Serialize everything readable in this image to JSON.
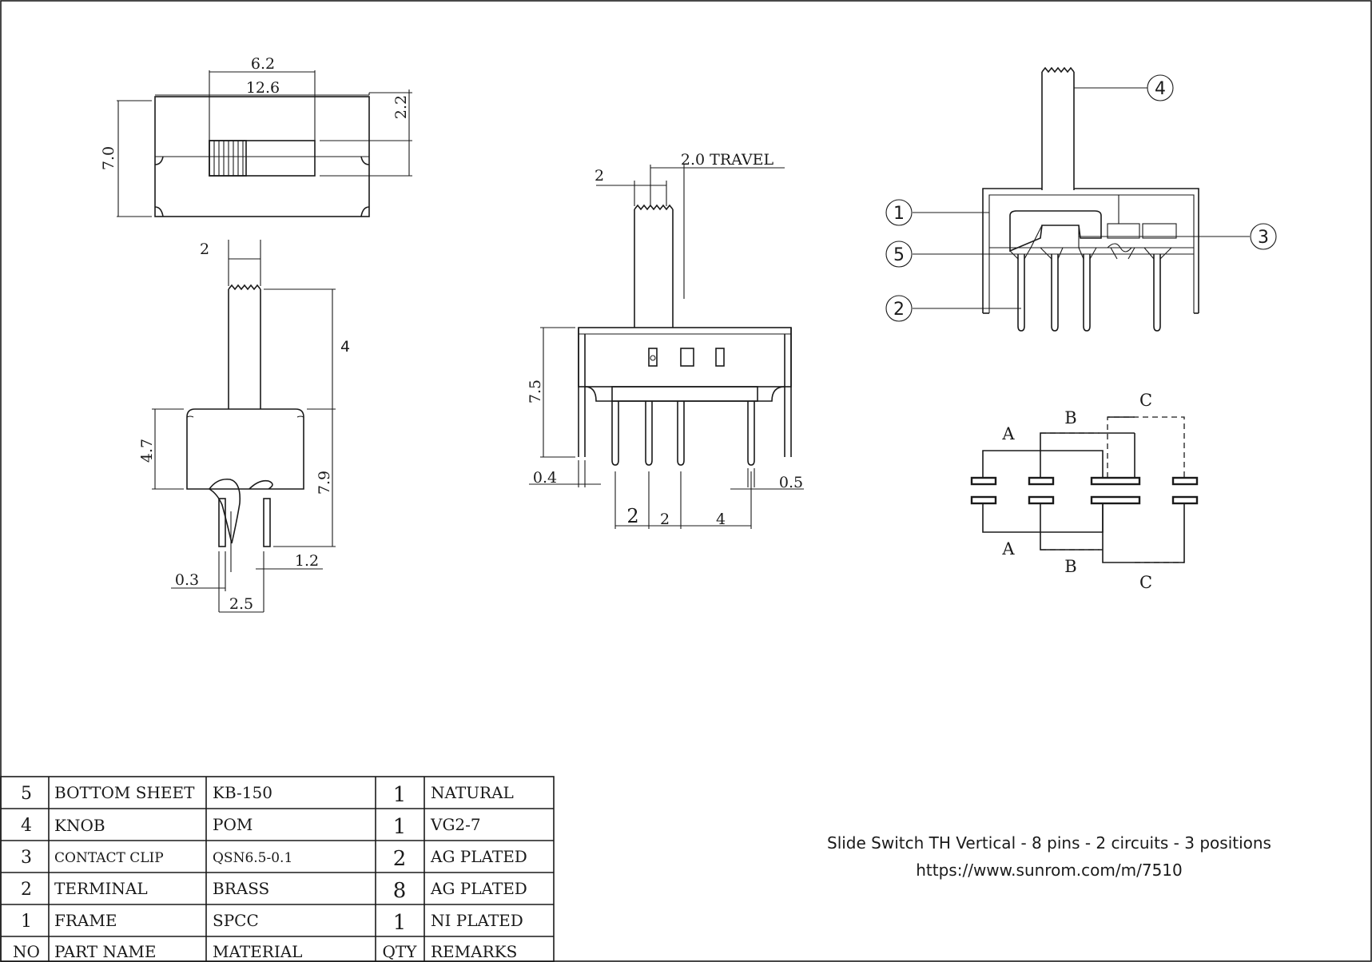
{
  "title": {
    "line1": "Slide Switch TH Vertical - 8 pins - 2 circuits - 3 positions",
    "line2": "https://www.sunrom.com/m/7510"
  },
  "top_view": {
    "dim_6_2": "6.2",
    "dim_12_6": "12.6",
    "dim_2_2": "2.2",
    "dim_7_0": "7.0"
  },
  "side_view": {
    "dim_2": "2",
    "dim_4": "4",
    "dim_4_7": "4.7",
    "dim_7_9": "7.9",
    "dim_1_2": "1.2",
    "dim_0_3": "0.3",
    "dim_2_5": "2.5"
  },
  "front_view": {
    "dim_2": "2",
    "dim_travel": "2.0 TRAVEL",
    "dim_7_5": "7.5",
    "dim_0_4": "0.4",
    "dim_0_5": "0.5",
    "pitch_a": "2",
    "pitch_b": "2",
    "pitch_c": "4"
  },
  "section_view": {
    "callouts": [
      "①",
      "②",
      "③",
      "④",
      "⑤"
    ]
  },
  "schematic": {
    "labels_top": [
      "A",
      "B",
      "C"
    ],
    "labels_bottom": [
      "A",
      "B",
      "C"
    ]
  },
  "bom": {
    "rows": [
      {
        "no": "5",
        "name": "BOTTOM SHEET",
        "material": "KB-150",
        "qty": "1",
        "remarks": "NATURAL"
      },
      {
        "no": "4",
        "name": "KNOB",
        "material": "POM",
        "qty": "1",
        "remarks": "VG2-7"
      },
      {
        "no": "3",
        "name": "CONTACT CLIP",
        "material": "QSN6.5-0.1",
        "qty": "2",
        "remarks": "AG PLATED"
      },
      {
        "no": "2",
        "name": "TERMINAL",
        "material": "BRASS",
        "qty": "8",
        "remarks": "AG PLATED"
      },
      {
        "no": "1",
        "name": "FRAME",
        "material": "SPCC",
        "qty": "1",
        "remarks": "NI PLATED"
      }
    ],
    "header": {
      "no": "NO",
      "name": "PART NAME",
      "material": "MATERIAL",
      "qty": "QTY",
      "remarks": "REMARKS"
    }
  }
}
